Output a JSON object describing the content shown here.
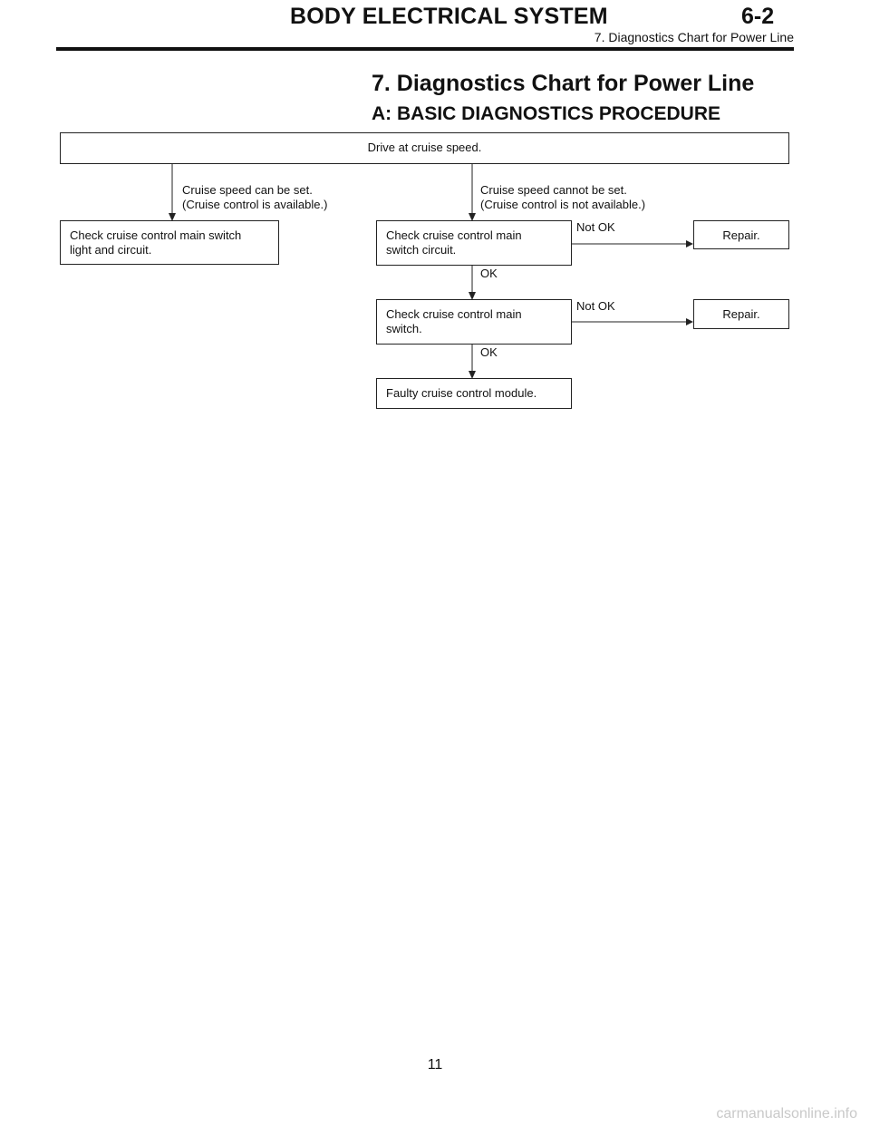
{
  "header": {
    "title": "BODY ELECTRICAL SYSTEM",
    "number": "6-2",
    "subtitle": "7. Diagnostics Chart for Power Line"
  },
  "section": {
    "title": "7. Diagnostics Chart for Power Line",
    "subtitle": "A:  BASIC DIAGNOSTICS PROCEDURE"
  },
  "flow": {
    "start": "Drive at cruise speed.",
    "branch_left_line1": "Cruise speed can be set.",
    "branch_left_line2": "(Cruise control is available.)",
    "branch_right_line1": "Cruise speed cannot be set.",
    "branch_right_line2": "(Cruise control is not available.)",
    "left_check_line1": "Check cruise control main switch",
    "left_check_line2": "light and circuit.",
    "check1_line1": "Check cruise control main",
    "check1_line2": "switch circuit.",
    "check1_notok": "Not OK",
    "repair1": "Repair.",
    "check1_ok": "OK",
    "check2_line1": "Check cruise control main",
    "check2_line2": "switch.",
    "check2_notok": "Not OK",
    "repair2": "Repair.",
    "check2_ok": "OK",
    "result": "Faulty cruise control module."
  },
  "page_number": "11",
  "watermark": "carmanualsonline.info"
}
